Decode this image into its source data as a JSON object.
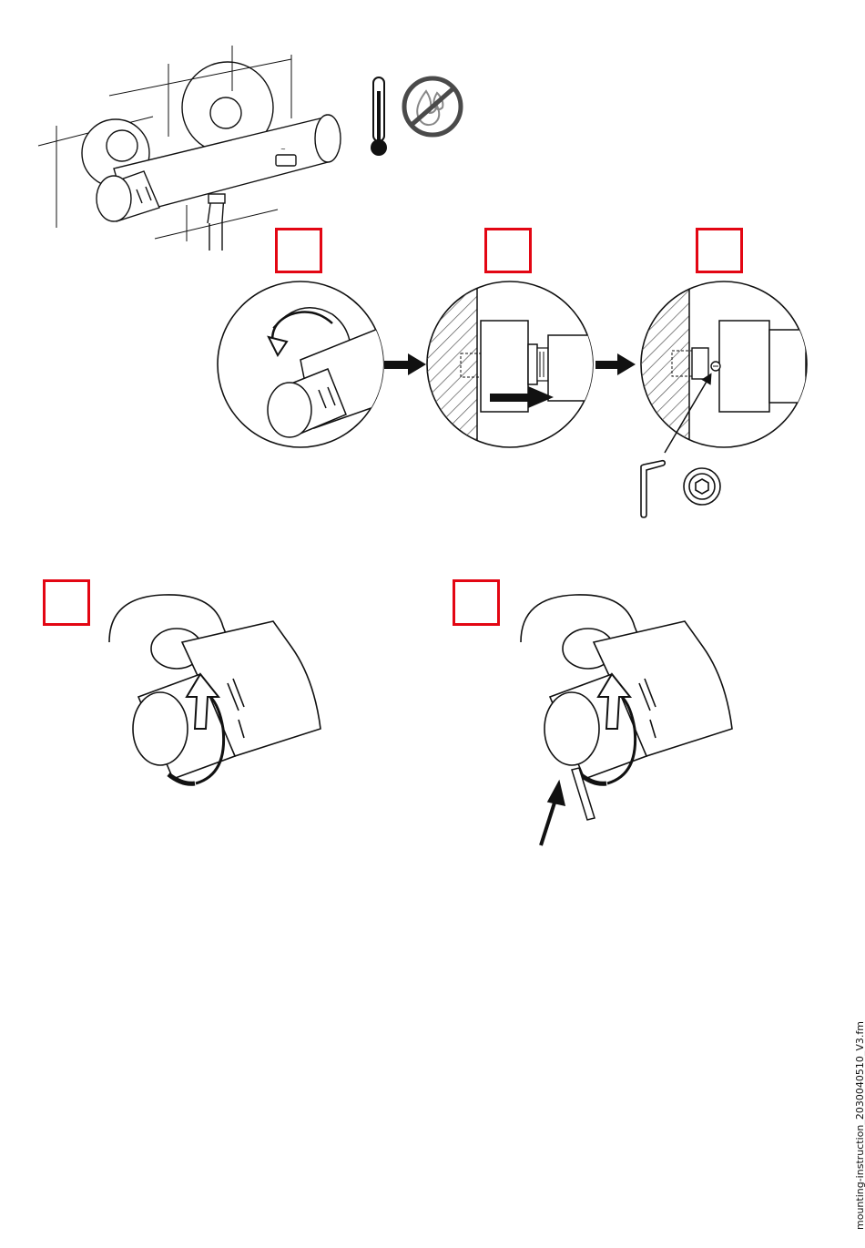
{
  "footer": {
    "filename": "mounting-instruction_2030040510_V3.fm"
  },
  "colors": {
    "step_box": "#e30613",
    "line": "#111111",
    "hatch": "#555555",
    "no_symbol": "#4a4a4a"
  },
  "icons": {
    "thermometer": "thermometer-icon",
    "no_hot_water": "no-hot-water-icon",
    "allen_key": "allen-key-icon",
    "hex_screw": "hex-screw-icon"
  },
  "steps": [
    {
      "id": 1,
      "label": ""
    },
    {
      "id": 2,
      "label": ""
    },
    {
      "id": 3,
      "label": ""
    },
    {
      "id": 4,
      "label": ""
    },
    {
      "id": 5,
      "label": ""
    }
  ]
}
